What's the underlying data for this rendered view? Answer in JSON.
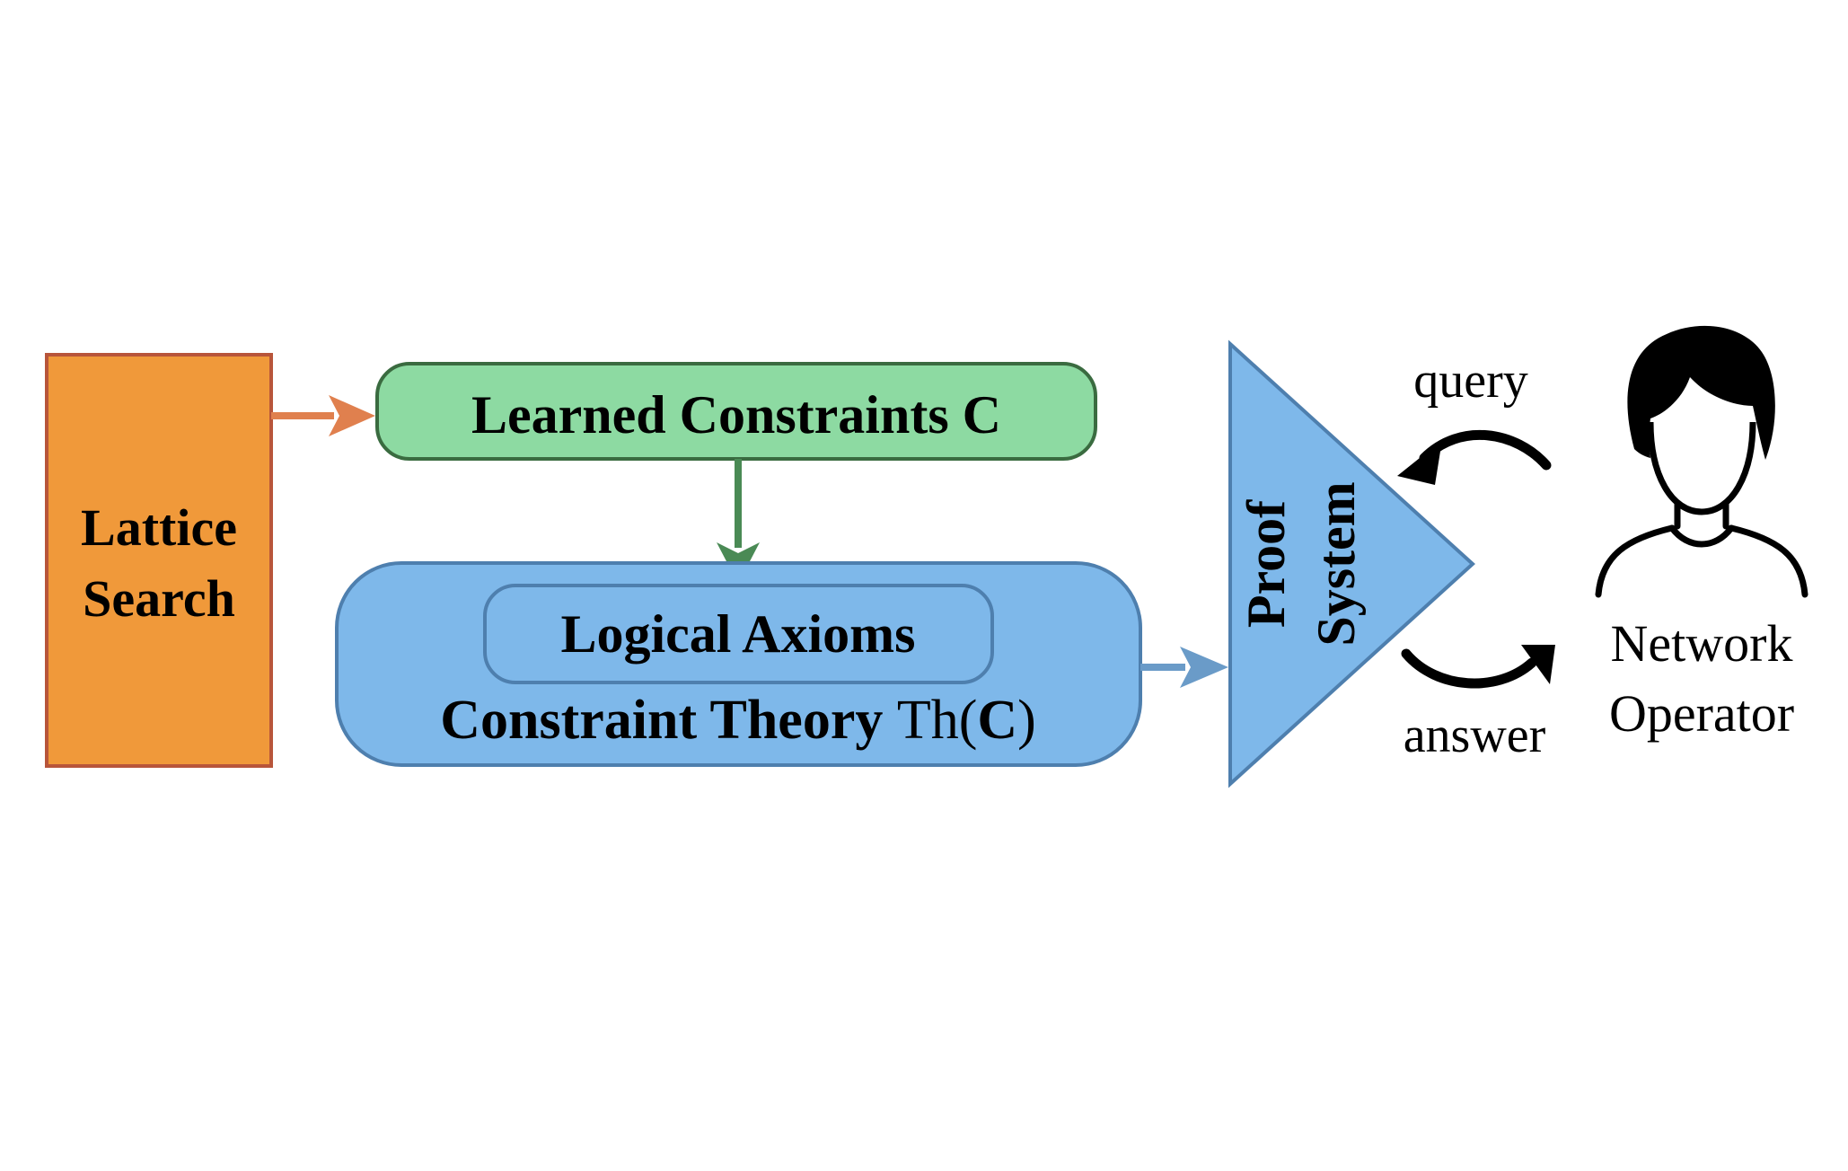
{
  "lattice_search": {
    "line1": "Lattice",
    "line2": "Search",
    "fill": "#F0993A",
    "stroke": "#B8553A"
  },
  "learned_constraints": {
    "label": "Learned Constraints C",
    "fill": "#8DDAA2",
    "stroke": "#3A6B40"
  },
  "constraint_theory": {
    "label_bold": "Constraint Theory ",
    "label_regular": "Th(",
    "label_bold_c": "C",
    "label_close": ")",
    "fill": "#7EB8EA",
    "stroke": "#4E7FAE"
  },
  "logical_axioms": {
    "label": "Logical Axioms"
  },
  "proof_system": {
    "line1": "Proof",
    "line2": "System",
    "fill": "#7EB8EA",
    "stroke": "#4E7FAE"
  },
  "interaction": {
    "query": "query",
    "answer": "answer"
  },
  "network_operator": {
    "line1": "Network",
    "line2": "Operator"
  },
  "colors": {
    "orange_arrow": "#E0804E",
    "green_arrow": "#4A8A55",
    "blue_arrow": "#6A9BC8"
  }
}
